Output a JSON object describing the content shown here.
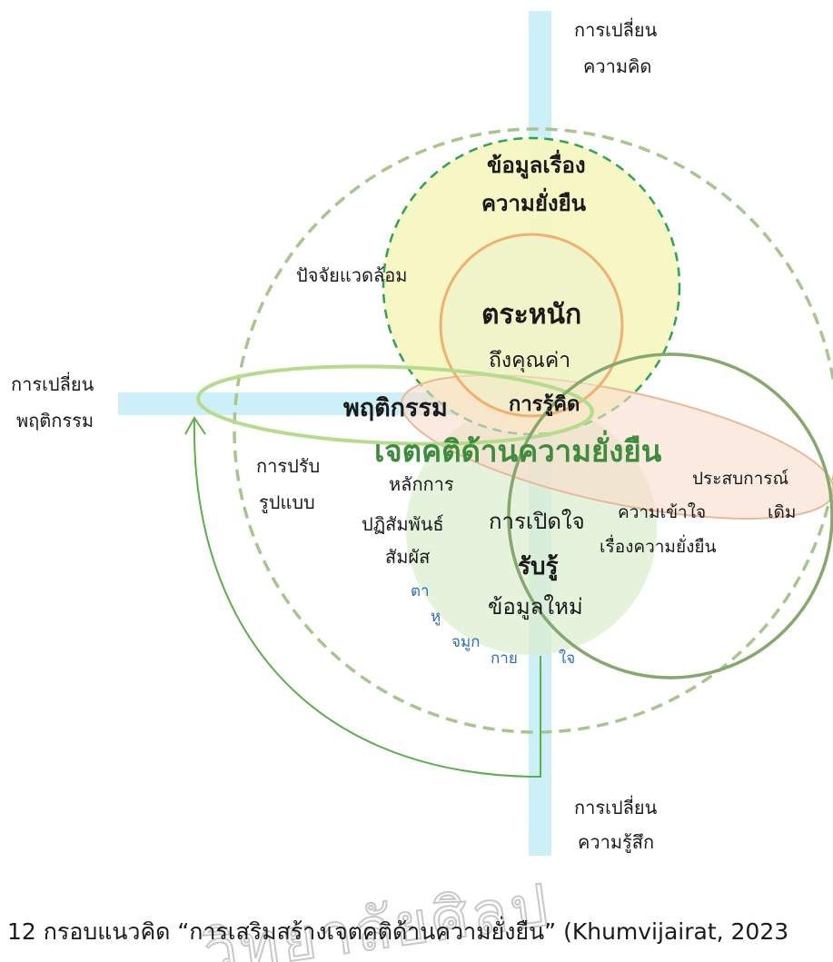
{
  "axis_labels": {
    "top_line1": "การเปลี่ยน",
    "top_line2": "ความคิด",
    "left_line1": "การเปลี่ยน",
    "left_line2": "พฤติกรรม",
    "bottom_line1": "การเปลี่ยน",
    "bottom_line2": "ความรู้สึก"
  },
  "nodes": {
    "info_line1": "ข้อมูลเรื่อง",
    "info_line2": "ความยั่งยืน",
    "environment": "ปัจจัยแวดล้อม",
    "awareness": "ตระหนัก",
    "value": "ถึงคุณค่า",
    "behavior": "พฤติกรรม",
    "cognition": "การรู้คิด",
    "attitude": "เจตคติด้านความยั่งยืน",
    "adapt_line1": "การปรับ",
    "adapt_line2": "รูปแบบ",
    "principle_line1": "หลักการ",
    "principle_line2": "ปฏิสัมพันธ์",
    "principle_line3": "สัมผัส",
    "openness": "การเปิดใจ",
    "understanding_line1": "ความเข้าใจ",
    "understanding_line2": "เรื่องความยั่งยืน",
    "experience_line1": "ประสบการณ์",
    "experience_line2": "เดิม",
    "perceive": "รับรู้",
    "new_info": "ข้อมูลใหม่"
  },
  "senses": [
    "ตา",
    "หู",
    "จมูก",
    "กาย",
    "ใจ"
  ],
  "caption": "12  กรอบแนวคิด “การเสริมสร้างเจตคติด้านความยั่งยืน” (Khumvijairat, 2023",
  "watermark": "วิทยาลัยศิลป",
  "colors": {
    "axis": "#cdeff7",
    "outer_dash": "#a9c48f",
    "info_fill": "#f7f7c4",
    "info_stroke": "#22a046",
    "awareness_stroke": "#f0b070",
    "behavior_stroke": "#b5dc8c",
    "experience_fill": "#f9dccb",
    "experience_stroke": "#e8b89a",
    "understanding_stroke": "#86a86c",
    "perceive_fill": "#dcedd0",
    "arrow": "#5cae4c",
    "attitude_text": "#3d8b3d"
  }
}
